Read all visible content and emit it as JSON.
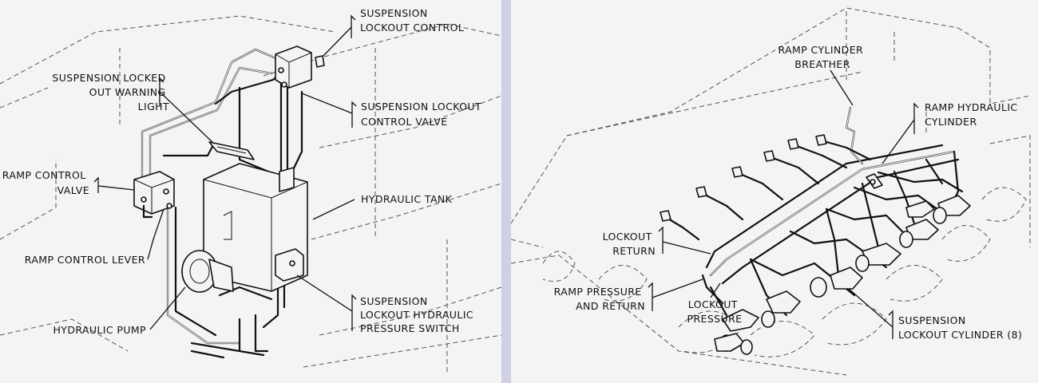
{
  "left_diagram": {
    "labels": {
      "suspension_lockout_control": [
        "SUSPENSION",
        "LOCKOUT CONTROL"
      ],
      "suspension_locked_out_warning_light": [
        "SUSPENSION LOCKED",
        "OUT WARNING",
        "LIGHT"
      ],
      "suspension_lockout_control_valve": [
        "SUSPENSION LOCKOUT",
        "CONTROL VALVE"
      ],
      "ramp_control_valve": [
        "RAMP CONTROL",
        "VALVE"
      ],
      "hydraulic_tank": [
        "HYDRAULIC TANK"
      ],
      "ramp_control_lever": [
        "RAMP CONTROL LEVER"
      ],
      "hydraulic_pump": [
        "HYDRAULIC PUMP"
      ],
      "suspension_lockout_hydraulic_pressure_switch": [
        "SUSPENSION",
        "LOCKOUT HYDRAULIC",
        "PRESSURE SWITCH"
      ]
    }
  },
  "right_diagram": {
    "labels": {
      "ramp_cylinder_breather": [
        "RAMP CYLINDER",
        "BREATHER"
      ],
      "ramp_hydraulic_cylinder": [
        "RAMP HYDRAULIC",
        "CYLINDER"
      ],
      "lockout_return": [
        "LOCKOUT",
        "RETURN"
      ],
      "ramp_pressure_and_return": [
        "RAMP PRESSURE",
        "AND RETURN"
      ],
      "lockout_pressure": [
        "LOCKOUT",
        "PRESSURE"
      ],
      "suspension_lockout_cylinder": [
        "SUSPENSION",
        "LOCKOUT CYLINDER (8)"
      ]
    }
  }
}
